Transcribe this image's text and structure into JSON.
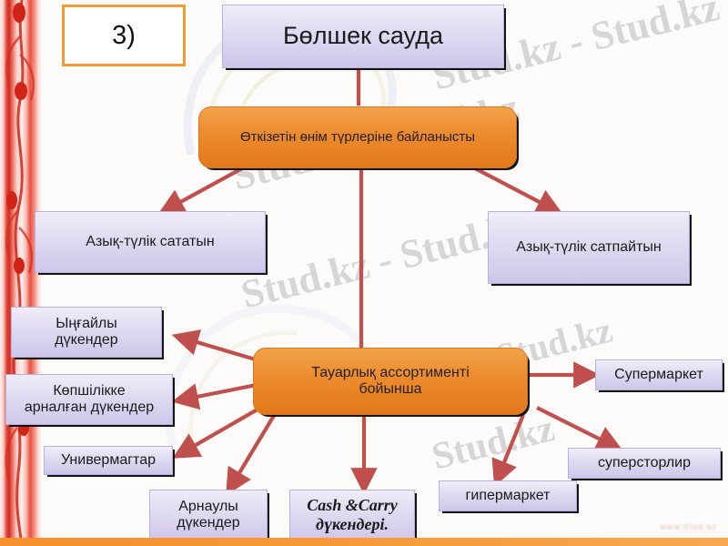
{
  "slide": {
    "number_label": "3)",
    "footer_watermark": "www.Stud.kz",
    "background_watermarks": [
      "Stud.kz - Stud.kz",
      "Stud.kz - Stud.kz",
      "Stud.kz - Stud.kz",
      "Stud.kz",
      "Stud.kz"
    ],
    "accent_orange": "#ec8b2e",
    "accent_purple": "#cfc6ea",
    "arrow_color": "#c0504d",
    "border_orange": "#f59a34"
  },
  "diagram": {
    "type": "hierarchy",
    "root": {
      "id": "root",
      "label": "Бөлшек сауда",
      "shape": "rect",
      "fill": "purple"
    },
    "branches": [
      {
        "id": "b1",
        "label": "Өткізетін өнім түрлеріне байланысты",
        "shape": "rounded",
        "fill": "orange"
      },
      {
        "id": "b2",
        "label": "Тауарлық ассортименті бойынша",
        "shape": "rounded",
        "fill": "orange"
      }
    ],
    "nodes": [
      {
        "id": "n1",
        "label": "Азық-түлік сататын",
        "fill": "purple",
        "parent": "b1"
      },
      {
        "id": "n2",
        "label": "Азық-түлік сатпайтын",
        "fill": "purple",
        "parent": "b1"
      },
      {
        "id": "n3",
        "label": "Ыңғайлы дүкендер",
        "fill": "purple",
        "parent": "b2"
      },
      {
        "id": "n4",
        "label": "Көпшілікке арналған дүкендер",
        "fill": "purple",
        "parent": "b2"
      },
      {
        "id": "n5",
        "label": "Универмагтар",
        "fill": "purple",
        "parent": "b2"
      },
      {
        "id": "n6",
        "label": "Арнаулы дүкендер",
        "fill": "purple",
        "parent": "b2"
      },
      {
        "id": "n7",
        "label": "Cash &Carry дүкендері.",
        "fill": "purple",
        "parent": "b2",
        "style": "italic"
      },
      {
        "id": "n8",
        "label": "гипермаркет",
        "fill": "purple",
        "parent": "b2"
      },
      {
        "id": "n9",
        "label": "суперсторлир",
        "fill": "purple",
        "parent": "b2"
      },
      {
        "id": "n10",
        "label": "Супермаркет",
        "fill": "purple",
        "parent": "b2"
      }
    ],
    "node_labels": {
      "root": "Бөлшек сауда",
      "b1": "Өткізетін өнім түрлеріне байланысты",
      "b2_line1": "Тауарлық ассортименті",
      "b2_line2": "бойынша",
      "n1": "Азық-түлік сататын",
      "n2": "Азық-түлік сатпайтын",
      "n3_line1": "Ыңғайлы",
      "n3_line2": "дүкендер",
      "n4_line1": "Көпшілікке",
      "n4_line2": "арналған дүкендер",
      "n5": "Универмагтар",
      "n6_line1": "Арнаулы",
      "n6_line2": "дүкендер",
      "n7_line1": "Cash &Carry",
      "n7_line2": "дүкендері.",
      "n8": "гипермаркет",
      "n9": "суперсторлир",
      "n10": "Супермаркет"
    }
  }
}
